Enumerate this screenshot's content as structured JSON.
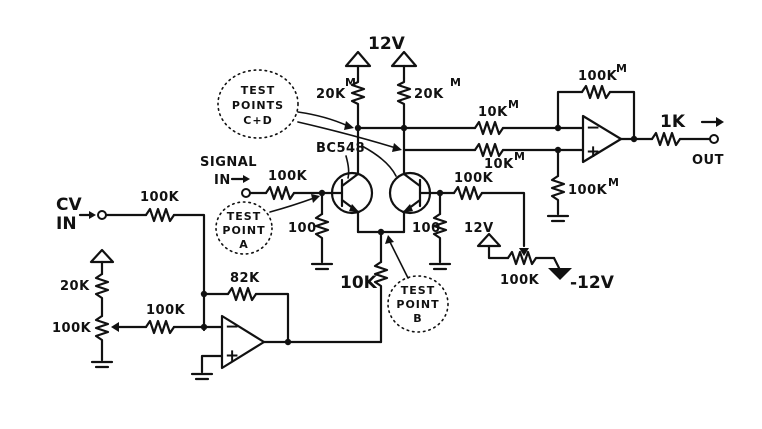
{
  "labels": {
    "supply_pos": "12V",
    "r_c1": "20K",
    "r_c2": "20K",
    "ohm_mark": "M",
    "test_cd_1": "TEST",
    "test_cd_2": "POINTS",
    "test_cd_3": "C+D",
    "bc548": "BC548",
    "signal_1": "SIGNAL",
    "signal_2": "IN",
    "r_sig": "100K",
    "r_in_a": "10K",
    "r_in_b": "10K",
    "r_fb": "100K",
    "r_out": "1K",
    "out": "OUT",
    "r_gnd": "100K",
    "r_b2": "100K",
    "r_trim": "100K",
    "trim_pos": "12V",
    "trim_neg": "-12V",
    "cv_1": "CV",
    "cv_2": "IN",
    "r_cv": "100K",
    "test_a_1": "TEST",
    "test_a_2": "POINT",
    "test_a_3": "A",
    "r_100_a": "100",
    "r_100_b": "100",
    "r_tail": "10K",
    "test_b_1": "TEST",
    "test_b_2": "POINT",
    "test_b_3": "B",
    "r_82k": "82K",
    "pot_20k": "20K",
    "pot_100k": "100K",
    "r_pot_in": "100K",
    "opamp_minus": "−",
    "opamp_plus": "+"
  }
}
